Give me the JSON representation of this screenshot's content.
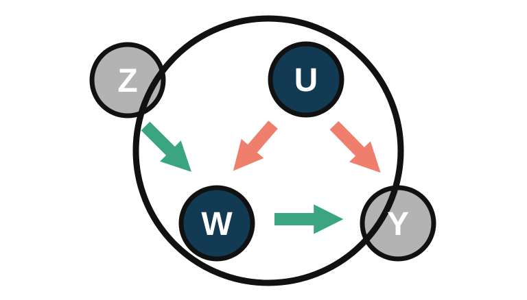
{
  "palette": {
    "background": "#ffffff",
    "outline": "#111111",
    "node_dark": "#123a52",
    "node_gray": "#b3b3b3",
    "arrow_green": "#3ba581",
    "arrow_salmon": "#ef7f6c",
    "label_text": "#ffffff"
  },
  "diagram": {
    "nodes": [
      {
        "id": "Z",
        "label": "Z",
        "fill": "node_gray"
      },
      {
        "id": "U",
        "label": "U",
        "fill": "node_dark"
      },
      {
        "id": "W",
        "label": "W",
        "fill": "node_dark"
      },
      {
        "id": "Y",
        "label": "Y",
        "fill": "node_gray"
      }
    ],
    "edges": [
      {
        "from": "Z",
        "to": "W",
        "color": "arrow_green",
        "direction": "down-right"
      },
      {
        "from": "U",
        "to": "W",
        "color": "arrow_salmon",
        "direction": "down-left"
      },
      {
        "from": "U",
        "to": "Y",
        "color": "arrow_salmon",
        "direction": "down-right"
      },
      {
        "from": "W",
        "to": "Y",
        "color": "arrow_green",
        "direction": "right"
      }
    ]
  }
}
